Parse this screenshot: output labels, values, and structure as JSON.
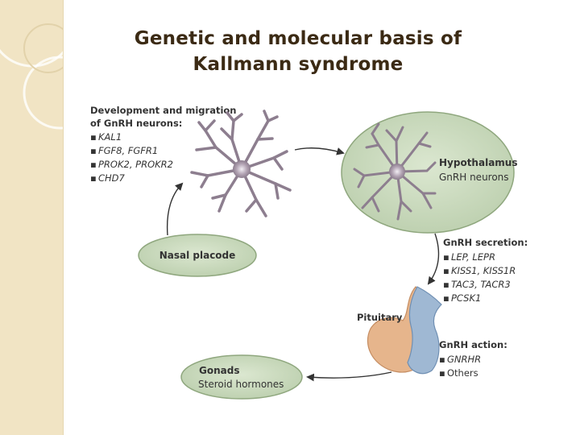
{
  "title": {
    "line1": "Genetic and molecular basis of",
    "line2": "Kallmann syndrome"
  },
  "diagram": {
    "development": {
      "heading_line1": "Development and migration",
      "heading_line2": "of GnRH neurons:",
      "genes": [
        "KAL1",
        "FGF8, FGFR1",
        "PROK2, PROKR2",
        "CHD7"
      ]
    },
    "nasal_placode": "Nasal placode",
    "hypothalamus": {
      "title": "Hypothalamus",
      "subtitle": "GnRH neurons"
    },
    "secretion": {
      "heading": "GnRH secretion:",
      "genes": [
        "LEP, LEPR",
        "KISS1, KISS1R",
        "TAC3, TACR3",
        "PCSK1"
      ]
    },
    "pituitary": "Pituitary",
    "action": {
      "heading": "GnRH action:",
      "genes": [
        "GNRHR",
        "Others"
      ]
    },
    "gonads": {
      "title": "Gonads",
      "subtitle": "Steroid hormones"
    },
    "bullet": "▪",
    "colors": {
      "oval_fill": "#c9d9bd",
      "oval_stroke": "#8fa77e",
      "neuron": "#8d7e8f",
      "pituitary_anterior": "#e6b58c",
      "pituitary_posterior": "#9fb8d3",
      "sidebar": "#f1e4c4"
    }
  }
}
